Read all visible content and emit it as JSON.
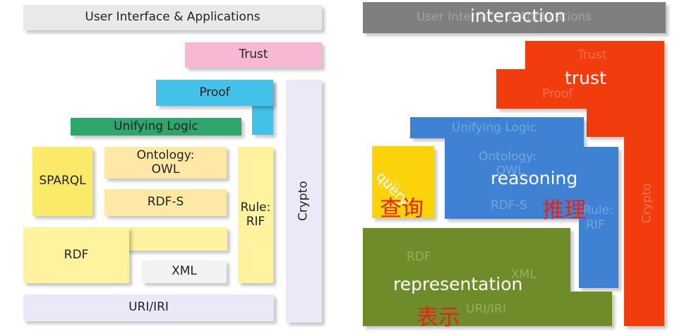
{
  "left": {
    "ui_apps": "User Interface & Applications",
    "trust": "Trust",
    "proof": "Proof",
    "unifying_logic": "Unifying Logic",
    "sparql": "SPARQL",
    "ontology_line1": "Ontology:",
    "ontology_line2": "OWL",
    "rdfs": "RDF-S",
    "rule_line1": "Rule:",
    "rule_line2": "RIF",
    "crypto": "Crypto",
    "rdf": "RDF",
    "xml": "XML",
    "uri": "URI/IRI"
  },
  "right": {
    "ghost_ui": "User Interface & Applications",
    "ghost_trust": "Trust",
    "ghost_proof": "Proof",
    "ghost_unifying": "Unifying Logic",
    "ghost_ontology_1": "Ontology:",
    "ghost_ontology_2": "OWL",
    "ghost_rdfs": "RDF-S",
    "ghost_rule": "Rule:",
    "ghost_rif": "RIF",
    "ghost_crypto": "Crypto",
    "ghost_sparql": "SPA",
    "ghost_rdf": "RDF",
    "ghost_xml": "XML",
    "ghost_uri": "URI/IRI",
    "interaction": "interaction",
    "trust": "trust",
    "reasoning": "reasoning",
    "query": "query",
    "representation": "representation",
    "cn_query": "查询",
    "cn_reasoning": "推理",
    "cn_representation": "表示"
  },
  "colors": {
    "ui_gray": "#e9e9e9",
    "trust_pink": "#f7b8d3",
    "proof_cyan": "#44c1e8",
    "logic_green": "#2ea66d",
    "layer_yellow": "#fff3a0",
    "sparql_yellow": "#fbe96a",
    "ontology_yellow": "#fde8a5",
    "xml_white": "#f2f2f2",
    "uri_lavender": "#ece8f7",
    "crypto_lavender": "#ece8f7",
    "interaction_gray": "#7f7f7f",
    "trust_red": "#f13c0d",
    "reasoning_blue": "#3f82d3",
    "query_yellow": "#fcd20b",
    "representation_green": "#6e8d2a",
    "chinese_red": "#e8231b"
  }
}
